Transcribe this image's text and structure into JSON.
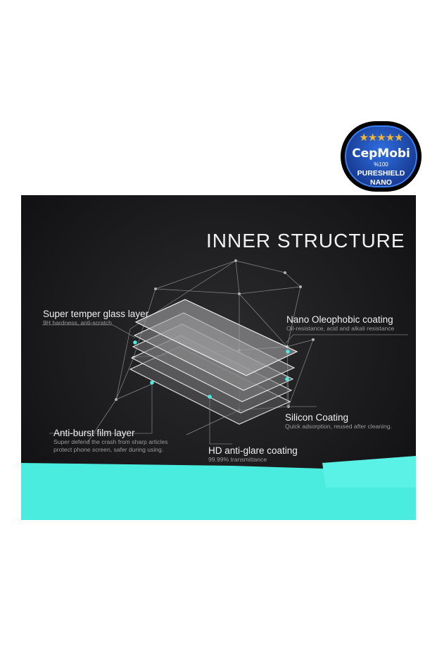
{
  "badge": {
    "stars": "★★★★★",
    "brand": "CepMobi",
    "percent": "%100",
    "line1": "PURESHIELD",
    "line2": "NANO"
  },
  "title": "INNER STRUCTURE",
  "labels": {
    "super_temper": {
      "main": "Super temper glass layer",
      "sub": "9H hardness, anti-scratch"
    },
    "nano": {
      "main": "Nano Oleophobic coating",
      "sub": "Oil-resistance, acid and alkali resistance"
    },
    "silicon": {
      "main": "Silicon Coating",
      "sub": "Quick adsorption, reused after cleaning."
    },
    "anti_burst": {
      "main": "Anti-burst film layer",
      "sub1": "Super defend the crash from sharp articles",
      "sub2": "protect phone screen, safer during using."
    },
    "hd": {
      "main": "HD anti-glare coating",
      "sub": "99.99% transmittance"
    }
  },
  "colors": {
    "accent": "#49ecdf",
    "background": "#1a1a1c"
  }
}
